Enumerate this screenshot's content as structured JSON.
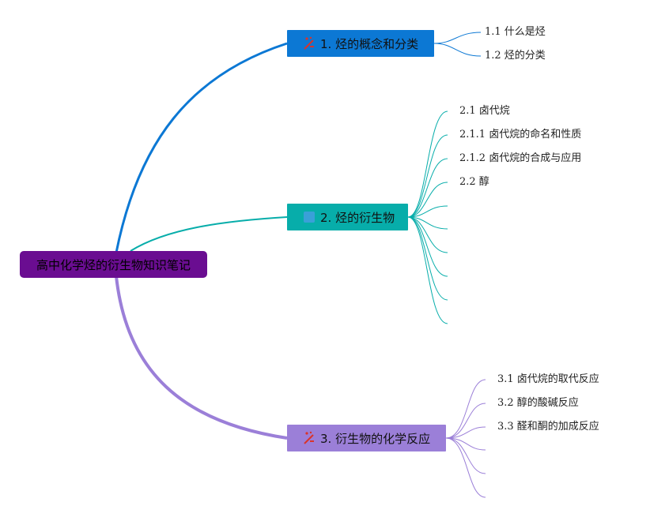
{
  "root": {
    "label": "高中化学烃的衍生物知识笔记"
  },
  "colors": {
    "root": "#6a0d91",
    "branch1": "#0c78d4",
    "branch2": "#07adaa",
    "branch3": "#9b7fd8",
    "icon_red": "#d9342b"
  },
  "branches": [
    {
      "label": "1. 烃的概念和分类",
      "icon": "chemistry-icon",
      "children": [
        "1.1 什么是烃",
        "1.2 烃的分类"
      ]
    },
    {
      "label": "2. 烃的衍生物",
      "icon": "square-icon",
      "children": [
        "2.1 卤代烷",
        "2.1.1 卤代烷的命名和性质",
        "2.1.2 卤代烷的合成与应用",
        "2.2 醇",
        "",
        "",
        "",
        "",
        "",
        ""
      ]
    },
    {
      "label": "3. 衍生物的化学反应",
      "icon": "chemistry-icon",
      "children": [
        "3.1 卤代烷的取代反应",
        "3.2 醇的酸碱反应",
        "3.3 醛和酮的加成反应",
        "",
        "",
        ""
      ]
    }
  ]
}
